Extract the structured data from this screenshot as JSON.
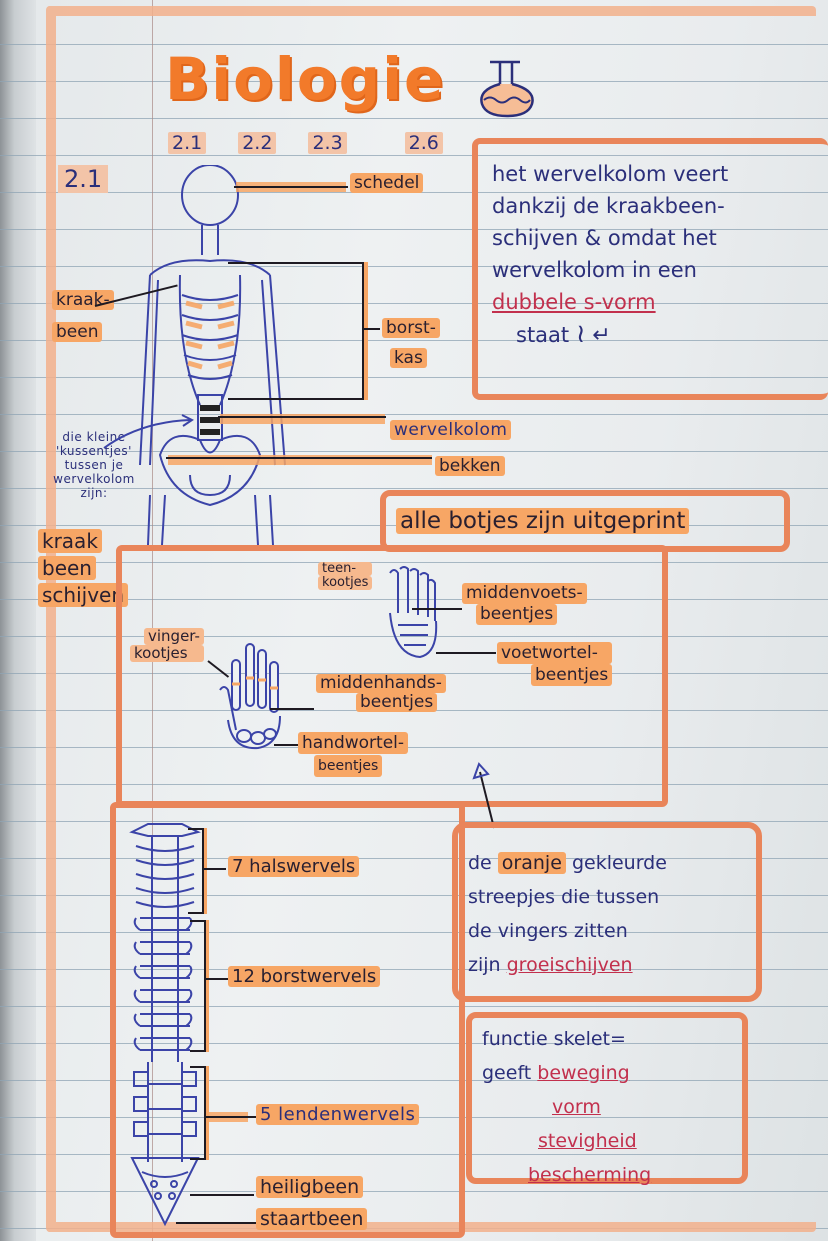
{
  "page": {
    "type": "handwritten-notebook-page",
    "title": "Biologie",
    "chapters": [
      "2.1",
      "2.2",
      "2.3",
      "2.6"
    ],
    "section": "2.1",
    "colors": {
      "title_orange": "#f27a2a",
      "highlight": "#f7a665",
      "box_border": "#e9855a",
      "ink_blue": "#2b2f7a",
      "ink_red": "#c2304d"
    }
  },
  "skeleton_diagram": {
    "labels": {
      "schedel": "schedel",
      "kraakbeen_1": "kraak-",
      "kraakbeen_2": "been",
      "borstkas_1": "borst-",
      "borstkas_2": "kas",
      "wervelkolom": "wervelkolom",
      "bekken": "bekken"
    },
    "side_note": {
      "line1": "die kleine",
      "line2": "'kussentjes'",
      "line3": "tussen je",
      "line4": "wervelkolom",
      "line5": "zijn:",
      "answer1": "kraak",
      "answer2": "been",
      "answer3": "schijven"
    }
  },
  "spine_note": {
    "lines": [
      "het wervelkolom veert",
      "dankzij de kraakbeen-",
      "schijven & omdat het",
      "wervelkolom in een"
    ],
    "emphasis": "dubbele s-vorm",
    "last_line": "staat"
  },
  "printed_note": "alle botjes zijn uitgeprint",
  "hand_foot_box": {
    "foot_labels": {
      "teenkootjes_1": "teen-",
      "teenkootjes_2": "kootjes",
      "middenvoets_1": "middenvoets-",
      "middenvoets_2": "beentjes",
      "voetwortel_1": "voetwortel-",
      "voetwortel_2": "beentjes"
    },
    "hand_labels": {
      "vingerkootjes_1": "vinger-",
      "vingerkootjes_2": "kootjes",
      "middenhands_1": "middenhands-",
      "middenhands_2": "beentjes",
      "handwortel_1": "handwortel-",
      "handwortel_2": "beentjes"
    }
  },
  "vertebrae_box": {
    "labels": [
      "7 halswervels",
      "12 borstwervels",
      "5 lendenwervels",
      "heiligbeen",
      "staartbeen"
    ]
  },
  "growth_note": {
    "w1": "de",
    "w2": "oranje",
    "w3": "gekleurde",
    "line2": "streepjes die tussen",
    "line3": "de vingers zitten",
    "w4": "zijn",
    "emphasis": "groeischijven"
  },
  "function_note": {
    "line1": "functie skelet=",
    "line2_prefix": "geeft",
    "items": [
      "beweging",
      "vorm",
      "stevigheid",
      "bescherming"
    ]
  }
}
